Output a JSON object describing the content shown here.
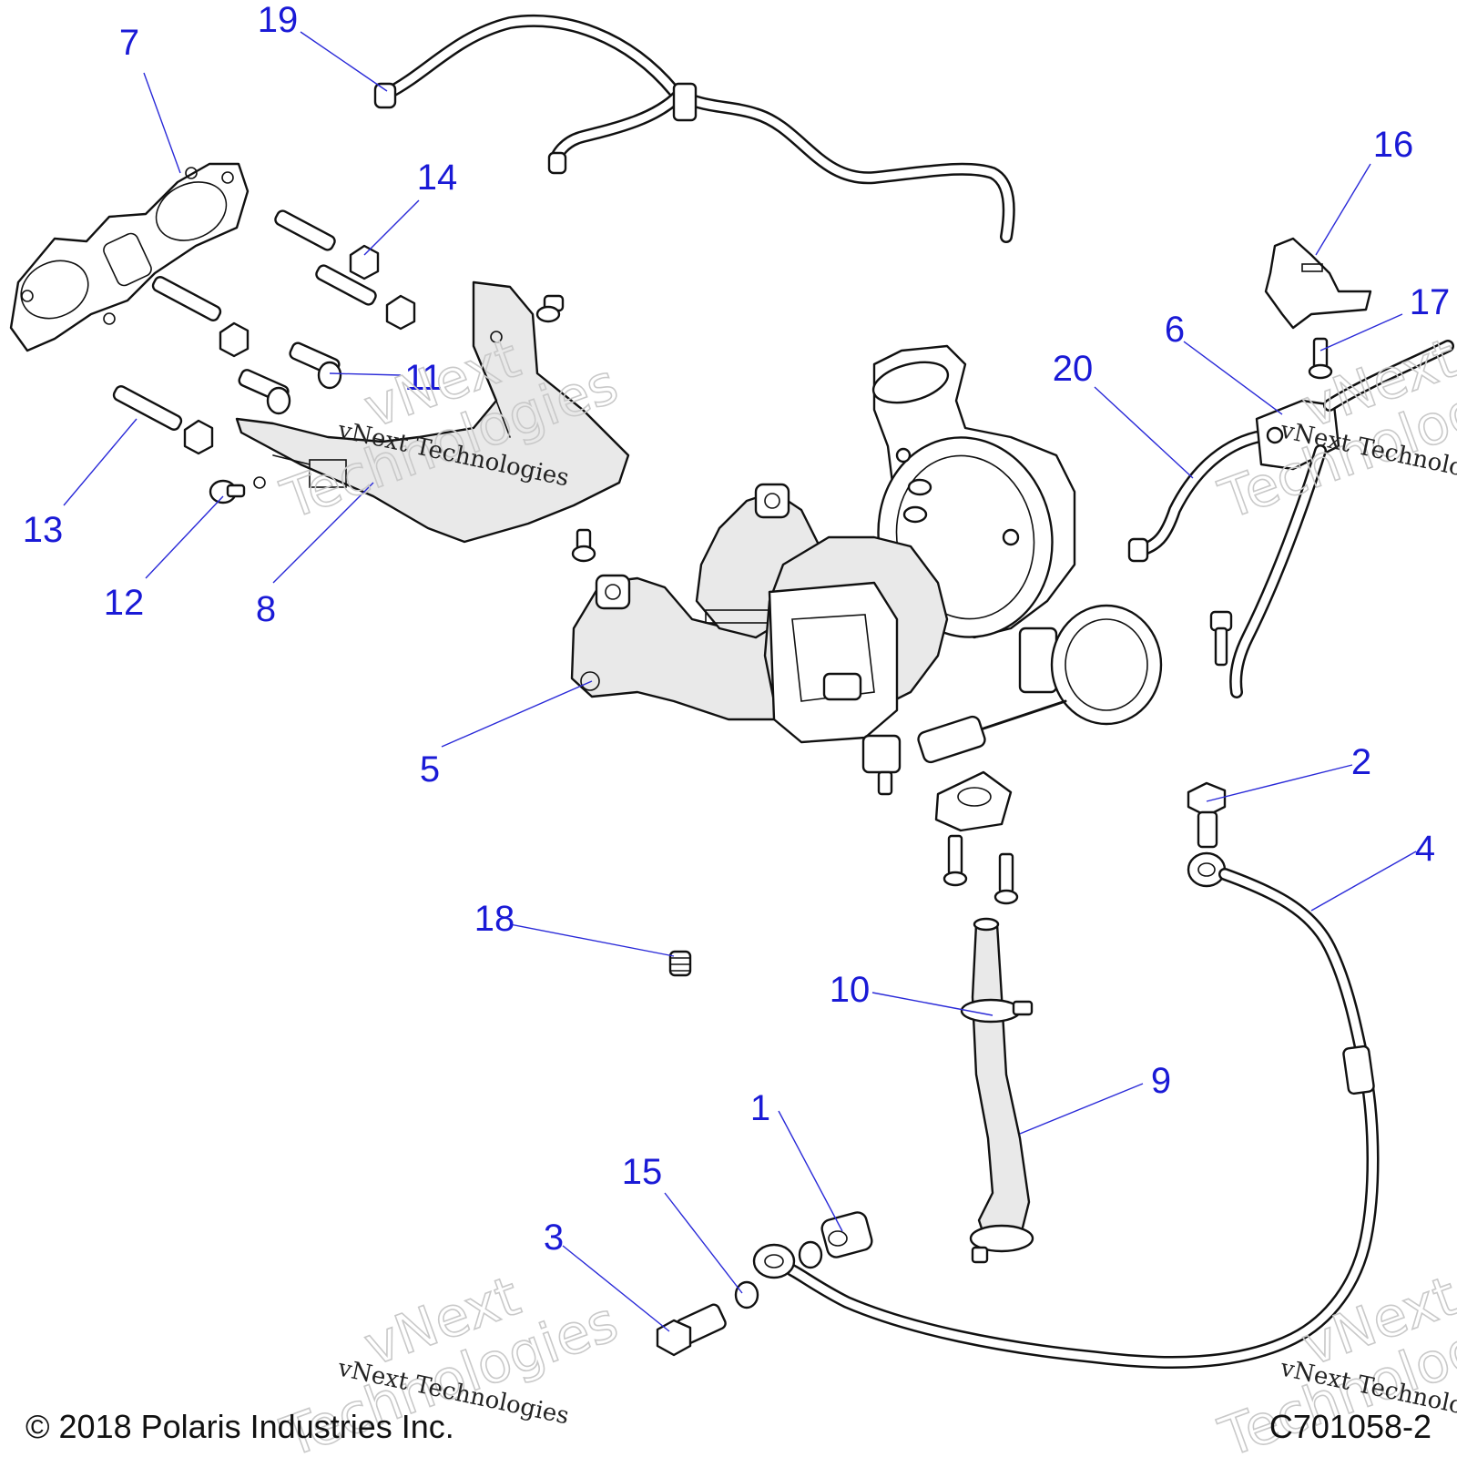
{
  "callouts": [
    {
      "id": "1",
      "label": "1"
    },
    {
      "id": "2",
      "label": "2"
    },
    {
      "id": "3",
      "label": "3"
    },
    {
      "id": "4",
      "label": "4"
    },
    {
      "id": "5",
      "label": "5"
    },
    {
      "id": "6",
      "label": "6"
    },
    {
      "id": "7",
      "label": "7"
    },
    {
      "id": "8",
      "label": "8"
    },
    {
      "id": "9",
      "label": "9"
    },
    {
      "id": "10",
      "label": "10"
    },
    {
      "id": "11",
      "label": "11"
    },
    {
      "id": "12",
      "label": "12"
    },
    {
      "id": "13",
      "label": "13"
    },
    {
      "id": "14",
      "label": "14"
    },
    {
      "id": "15",
      "label": "15"
    },
    {
      "id": "16",
      "label": "16"
    },
    {
      "id": "17",
      "label": "17"
    },
    {
      "id": "18",
      "label": "18"
    },
    {
      "id": "19",
      "label": "19"
    },
    {
      "id": "20",
      "label": "20"
    }
  ],
  "watermark": {
    "small": "vNext Technologies",
    "large_line1": "vNext",
    "large_line2": "Technologies"
  },
  "footer": {
    "copyright": "© 2018 Polaris Industries Inc.",
    "diagram_code": "C701058-2"
  },
  "colors": {
    "callout": "#1a1ad6",
    "line_art": "#111111"
  }
}
